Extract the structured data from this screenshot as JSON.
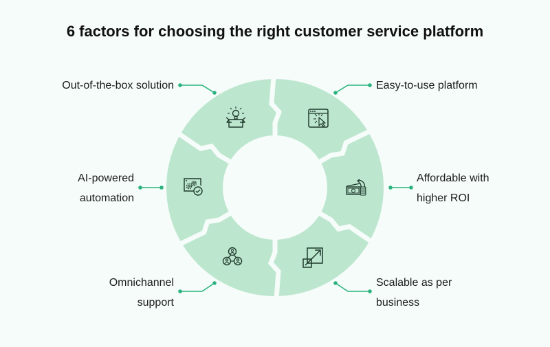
{
  "title": "6 factors for choosing the right customer service platform",
  "colors": {
    "segment_fill": "#bde6cf",
    "background": "#f5fcf9",
    "connector": "#2ab37e",
    "icon_stroke": "#1f3a2c"
  },
  "factors": [
    {
      "id": "out-of-the-box",
      "lines": [
        "Out-of-the-box solution"
      ],
      "icon": "lightbulb-box-icon"
    },
    {
      "id": "easy-to-use",
      "lines": [
        "Easy-to-use platform"
      ],
      "icon": "browser-cursor-icon"
    },
    {
      "id": "affordable",
      "lines": [
        "Affordable with",
        "higher ROI"
      ],
      "icon": "money-return-icon"
    },
    {
      "id": "scalable",
      "lines": [
        "Scalable as per",
        "business"
      ],
      "icon": "expand-arrow-icon"
    },
    {
      "id": "omnichannel",
      "lines": [
        "Omnichannel",
        "support"
      ],
      "icon": "connected-users-icon"
    },
    {
      "id": "ai-automation",
      "lines": [
        "AI-powered",
        "automation"
      ],
      "icon": "gears-check-icon"
    }
  ]
}
